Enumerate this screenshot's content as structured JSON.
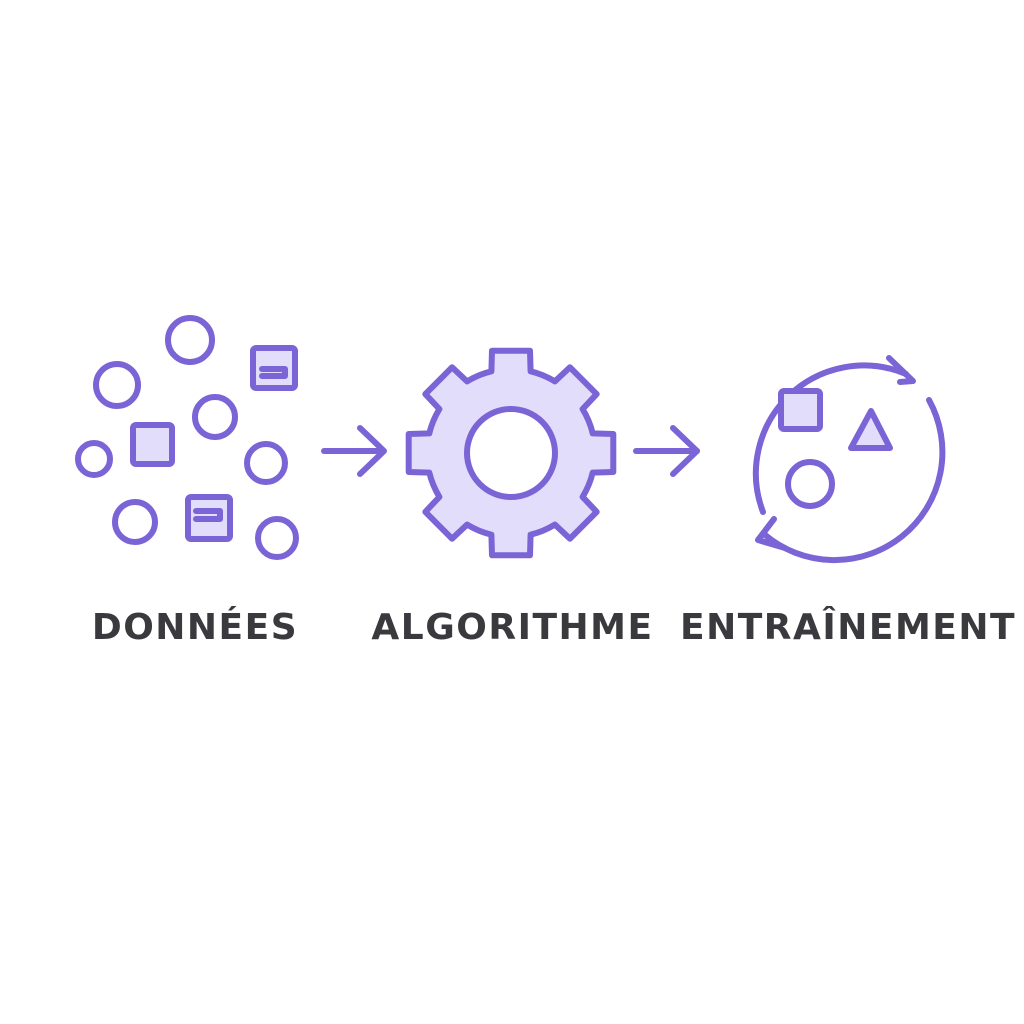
{
  "colors": {
    "stroke": "#7b64d6",
    "fill": "#e2ddfa",
    "label": "#3a3a3e",
    "background": "#ffffff"
  },
  "stages": [
    {
      "label": "DONNÉES",
      "icon": "scattered-data-icon"
    },
    {
      "label": "ALGORITHME",
      "icon": "gear-icon"
    },
    {
      "label": "ENTRAÎNEMENT",
      "icon": "cycle-icon"
    }
  ],
  "connectors": [
    {
      "from": "DONNÉES",
      "to": "ALGORITHME",
      "icon": "arrow-right-icon"
    },
    {
      "from": "ALGORITHME",
      "to": "ENTRAÎNEMENT",
      "icon": "arrow-right-icon"
    }
  ]
}
